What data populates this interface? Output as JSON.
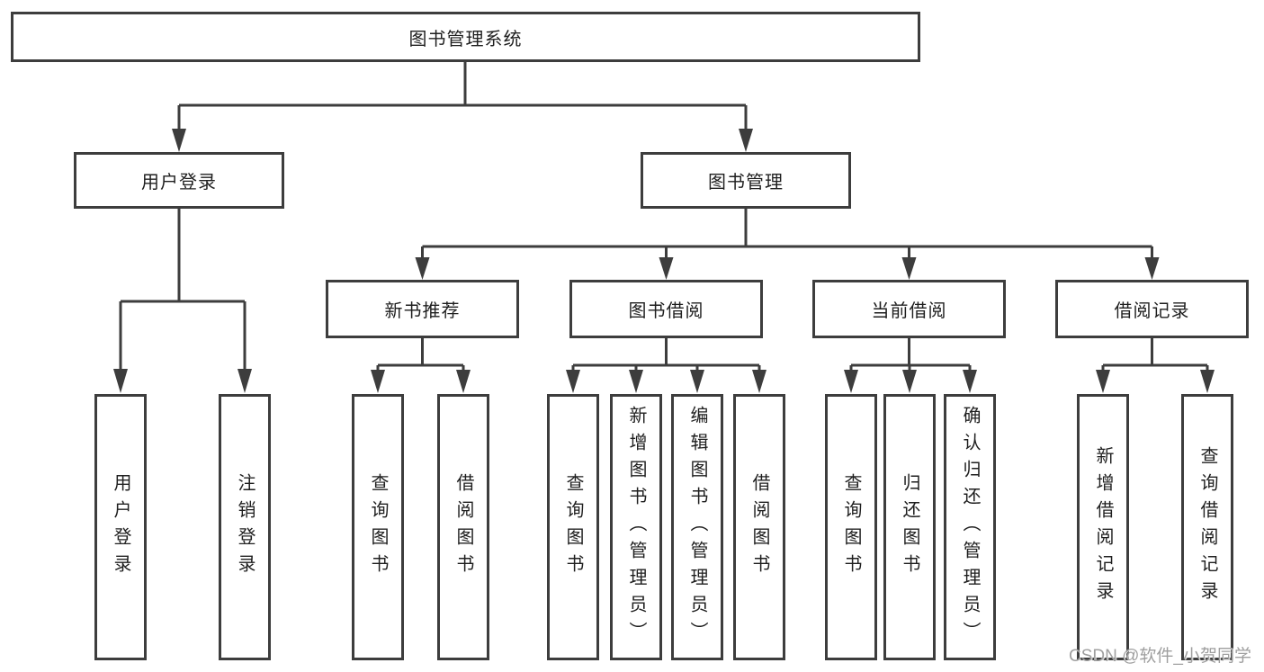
{
  "diagram_type": "hierarchy-tree",
  "colors": {
    "line": "#3d3d3d",
    "text": "#1f1f1f",
    "watermark": "#9f9f9f",
    "background": "#ffffff"
  },
  "tree": {
    "root": "图书管理系统",
    "branches": [
      {
        "label": "用户登录",
        "children": [
          "用户登录",
          "注销登录"
        ]
      },
      {
        "label": "图书管理",
        "children": [
          {
            "label": "新书推荐",
            "children": [
              "查询图书",
              "借阅图书"
            ]
          },
          {
            "label": "图书借阅",
            "children": [
              "查询图书",
              "新增图书（管理员）",
              "编辑图书（管理员）",
              "借阅图书"
            ]
          },
          {
            "label": "当前借阅",
            "children": [
              "查询图书",
              "归还图书",
              "确认归还（管理员）"
            ]
          },
          {
            "label": "借阅记录",
            "children": [
              "新增借阅记录",
              "查询借阅记录"
            ]
          }
        ]
      }
    ]
  },
  "watermark": {
    "text": "CSDN @软件_小贺同学"
  }
}
